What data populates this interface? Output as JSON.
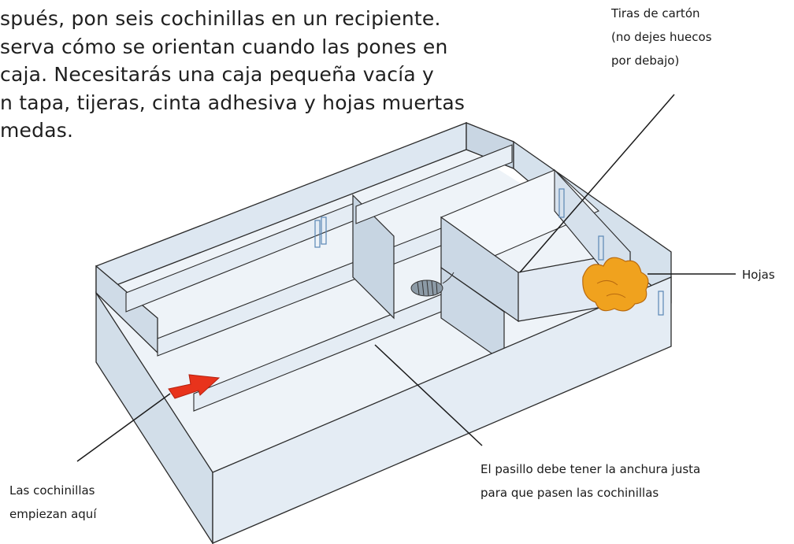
{
  "intro_text": {
    "lines": [
      "spués, pon seis cochinillas en un recipiente.",
      "serva cómo se orientan cuando las pones en",
      "caja. Necesitarás una caja pequeña vacía y",
      "n tapa, tijeras, cinta adhesiva y hojas muertas",
      "medas."
    ]
  },
  "labels": {
    "cardboard_strips": {
      "lines": [
        "Tiras de cartón",
        "(no dejes huecos",
        "por debajo)"
      ]
    },
    "leaves": {
      "text": "Hojas"
    },
    "corridor_width": {
      "lines": [
        "El pasillo debe tener la anchura justa",
        "para que pasen las cochinillas"
      ]
    },
    "start_here": {
      "lines": [
        "Las cochinillas",
        "empiezan aquí"
      ]
    }
  },
  "colors": {
    "box_fill": "#e6eef6",
    "box_shade": "#c9d6e3",
    "box_outline": "#2a2a2a",
    "arrow": "#e8331c",
    "leaves": "#f0a21e",
    "leader_line": "#1a1a1a"
  }
}
